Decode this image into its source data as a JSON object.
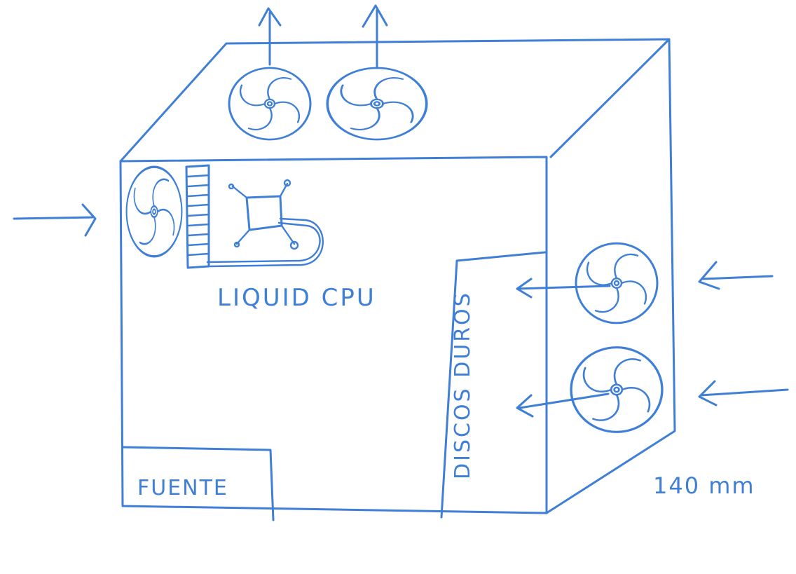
{
  "labels": {
    "liquid_cpu": "LIQUID CPU",
    "fuente": "FUENTE",
    "discos_duros": "DISCOS DUROS",
    "fan_size": "140 mm"
  },
  "colors": {
    "ink": "#3f7fd6",
    "background": "#ffffff"
  },
  "icons": {
    "fan": "fan-icon",
    "arrow": "arrow-icon",
    "radiator": "radiator-icon",
    "cpu_block": "cpu-block-icon"
  }
}
